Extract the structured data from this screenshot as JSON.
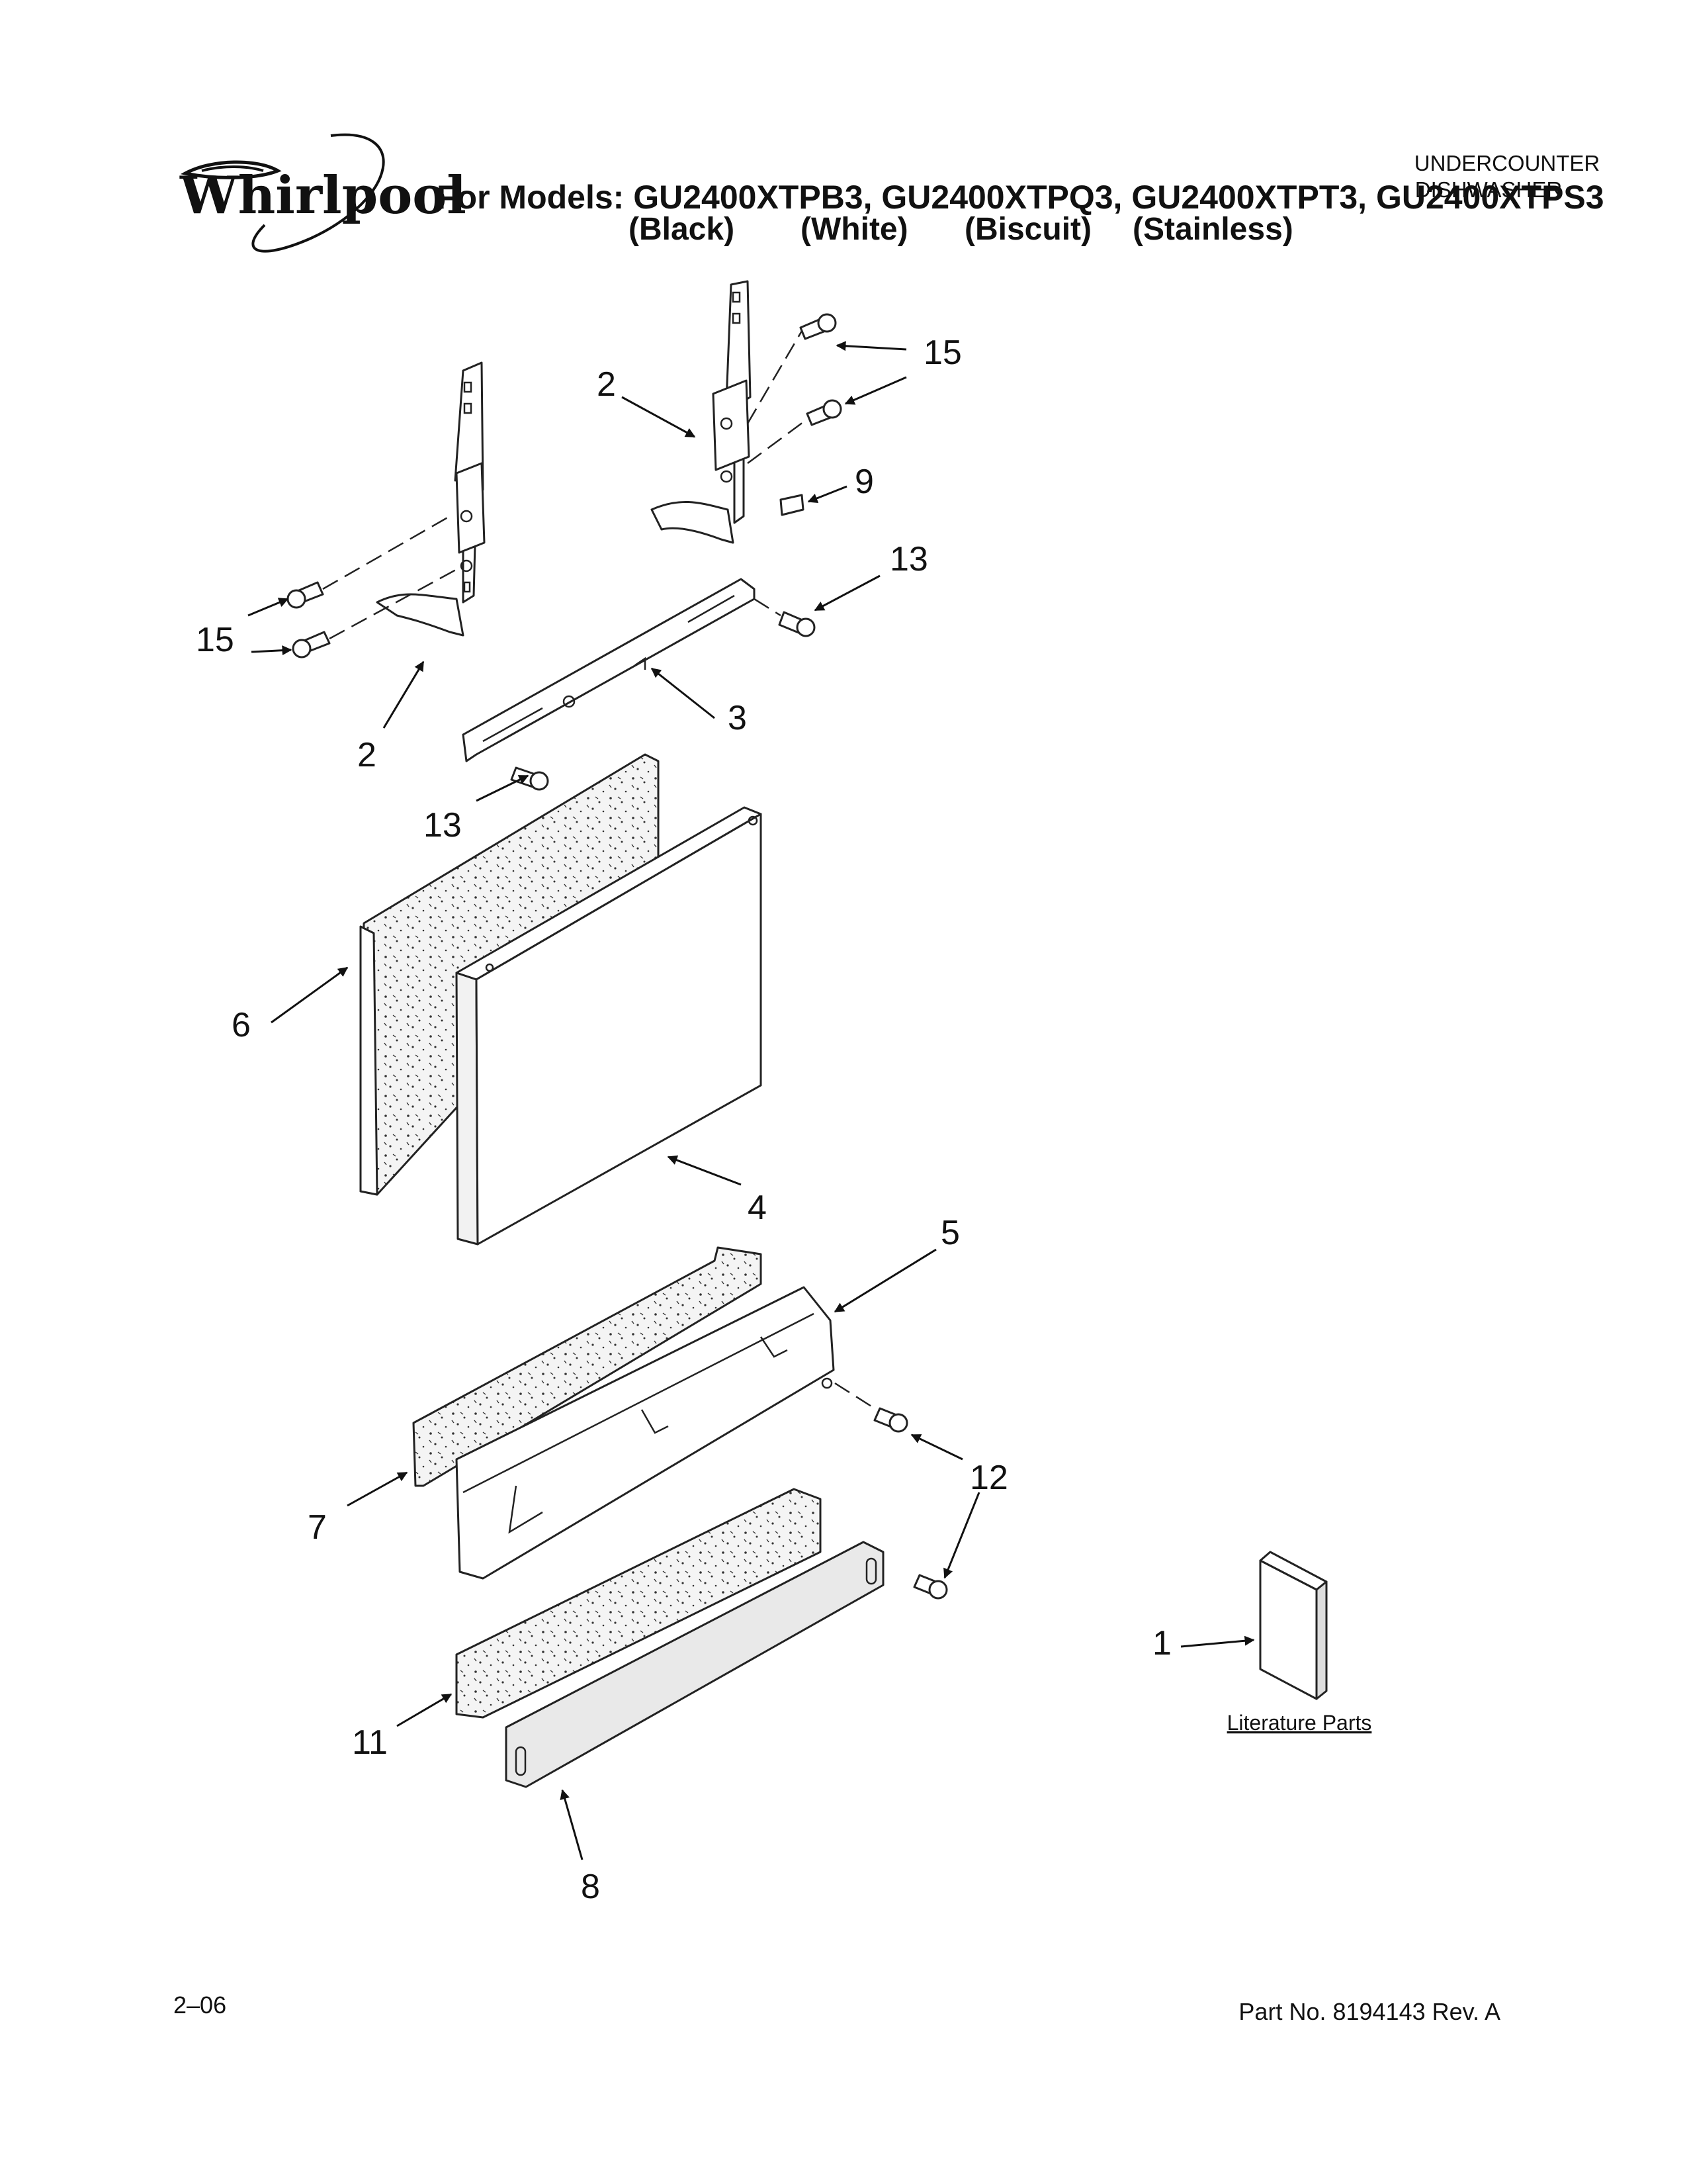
{
  "header": {
    "brand": "Whirlpool",
    "models_line": "For Models: GU2400XTPB3, GU2400XTPQ3, GU2400XTPT3, GU2400XTPS3",
    "colors": [
      "(Black)",
      "(White)",
      "(Biscuit)",
      "(Stainless)"
    ],
    "product_line1": "UNDERCOUNTER",
    "product_line2": "DISHWASHER"
  },
  "callouts": [
    "2",
    "15",
    "9",
    "13",
    "2",
    "15",
    "3",
    "13",
    "6",
    "4",
    "5",
    "12",
    "7",
    "11",
    "8",
    "1"
  ],
  "literature_label": "Literature Parts",
  "footer": {
    "date": "2–06",
    "part_number": "Part No. 8194143 Rev. A"
  }
}
